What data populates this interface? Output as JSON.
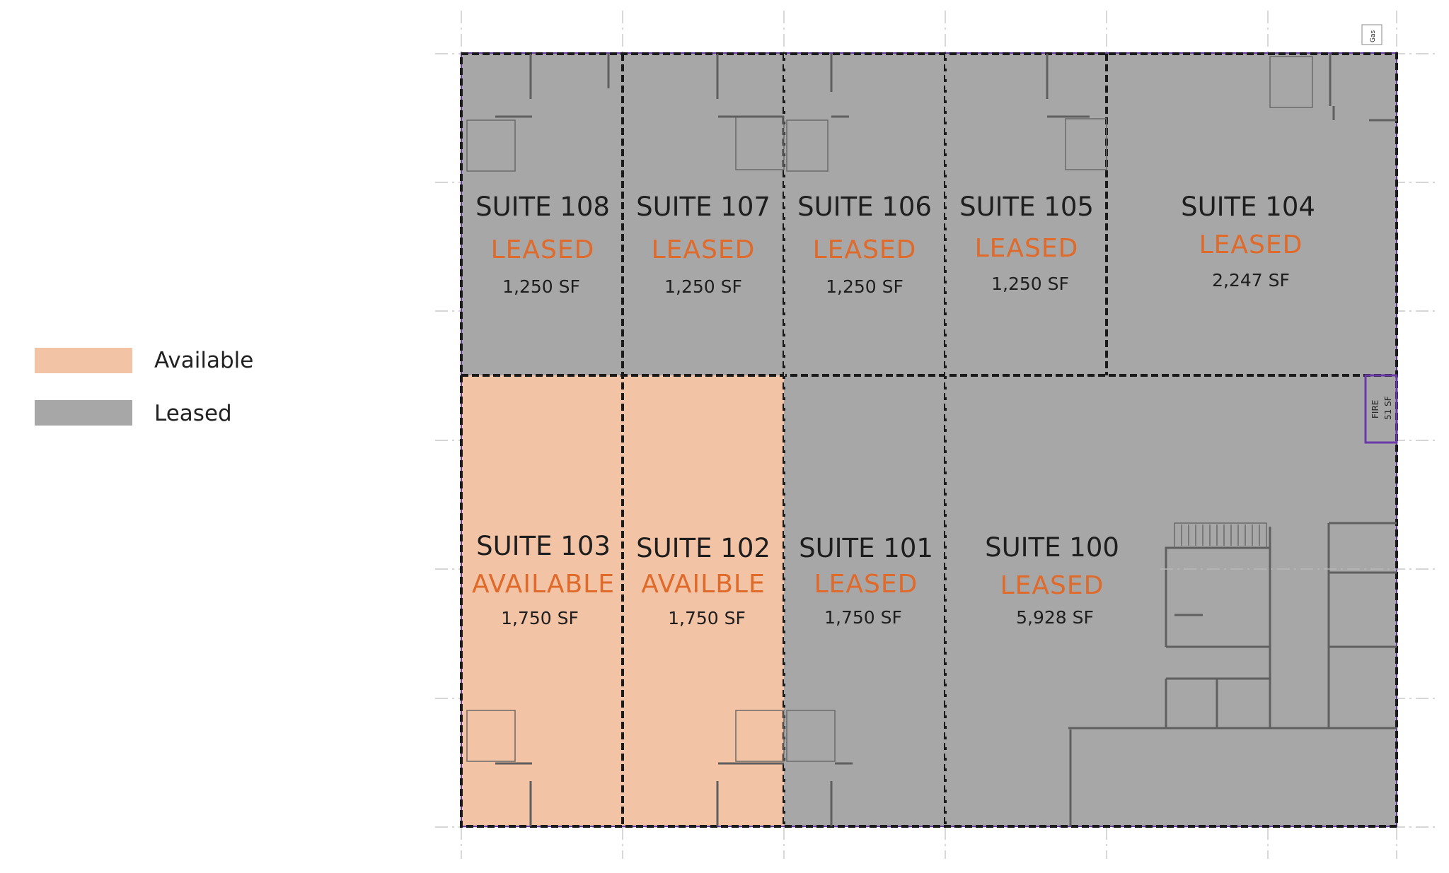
{
  "colors": {
    "available": "#f3c3a6",
    "leased": "#a8a7a8",
    "status_text": "#e06a2a",
    "boundary": "#6a3aa8"
  },
  "legend": [
    {
      "label": "Available",
      "color": "#f3c3a6"
    },
    {
      "label": "Leased",
      "color": "#a8a7a8"
    }
  ],
  "suites": [
    {
      "key": "s108",
      "name": "SUITE 108",
      "status": "LEASED",
      "area": "1,250 SF"
    },
    {
      "key": "s107",
      "name": "SUITE 107",
      "status": "LEASED",
      "area": "1,250 SF"
    },
    {
      "key": "s106",
      "name": "SUITE 106",
      "status": "LEASED",
      "area": "1,250 SF"
    },
    {
      "key": "s105",
      "name": "SUITE 105",
      "status": "LEASED",
      "area": "1,250 SF"
    },
    {
      "key": "s104",
      "name": "SUITE 104",
      "status": "LEASED",
      "area": "2,247 SF"
    },
    {
      "key": "s103",
      "name": "SUITE 103",
      "status": "AVAILABLE",
      "area": "1,750 SF"
    },
    {
      "key": "s102",
      "name": "SUITE 102",
      "status": "AVAILBLE",
      "area": "1,750 SF"
    },
    {
      "key": "s101",
      "name": "SUITE 101",
      "status": "LEASED",
      "area": "1,750 SF"
    },
    {
      "key": "s100",
      "name": "SUITE 100",
      "status": "LEASED",
      "area": "5,928 SF"
    }
  ],
  "fire_room": {
    "label": "FIRE",
    "area": "51 SF"
  },
  "gas_label": "Gas"
}
